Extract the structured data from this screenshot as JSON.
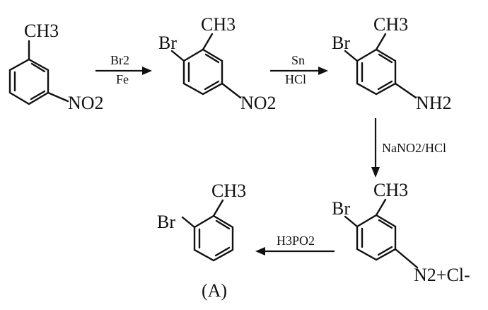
{
  "colors": {
    "ink": "#111111",
    "background": "#ffffff"
  },
  "molecules": {
    "m1": {
      "top": "CH3",
      "right": "NO2"
    },
    "m2": {
      "top": "CH3",
      "left": "Br",
      "right": "NO2"
    },
    "m3": {
      "top": "CH3",
      "left": "Br",
      "right": "NH2"
    },
    "m4": {
      "top": "CH3",
      "left": "Br",
      "right": "N2+Cl-"
    },
    "m5": {
      "top": "CH3",
      "left": "Br",
      "caption": "(A)"
    }
  },
  "reagents": {
    "step1": {
      "above": "Br2",
      "below": "Fe"
    },
    "step2": {
      "above": "Sn",
      "below": "HCl"
    },
    "step3": {
      "side": "NaNO2/HCl"
    },
    "step4": {
      "above": "H3PO2"
    }
  }
}
